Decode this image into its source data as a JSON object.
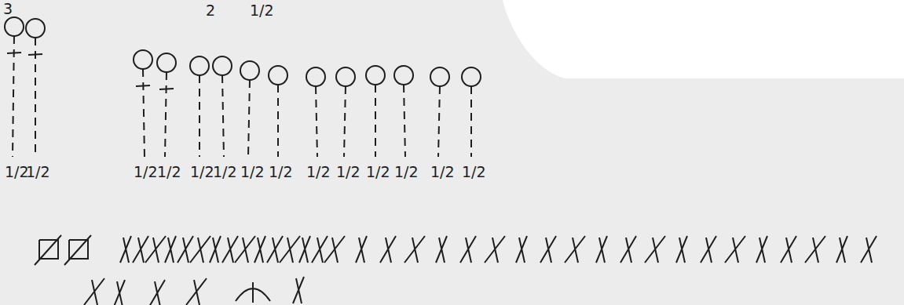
{
  "diagram": {
    "labels": [
      "3",
      "2",
      "1/2",
      "1/2",
      "1/2",
      "1/2",
      "1/2",
      "1/2",
      "1/2",
      "1/2",
      "1/2",
      "1/2",
      "1/2",
      "1/2",
      "1/2",
      "1/2",
      "1/2"
    ]
  }
}
